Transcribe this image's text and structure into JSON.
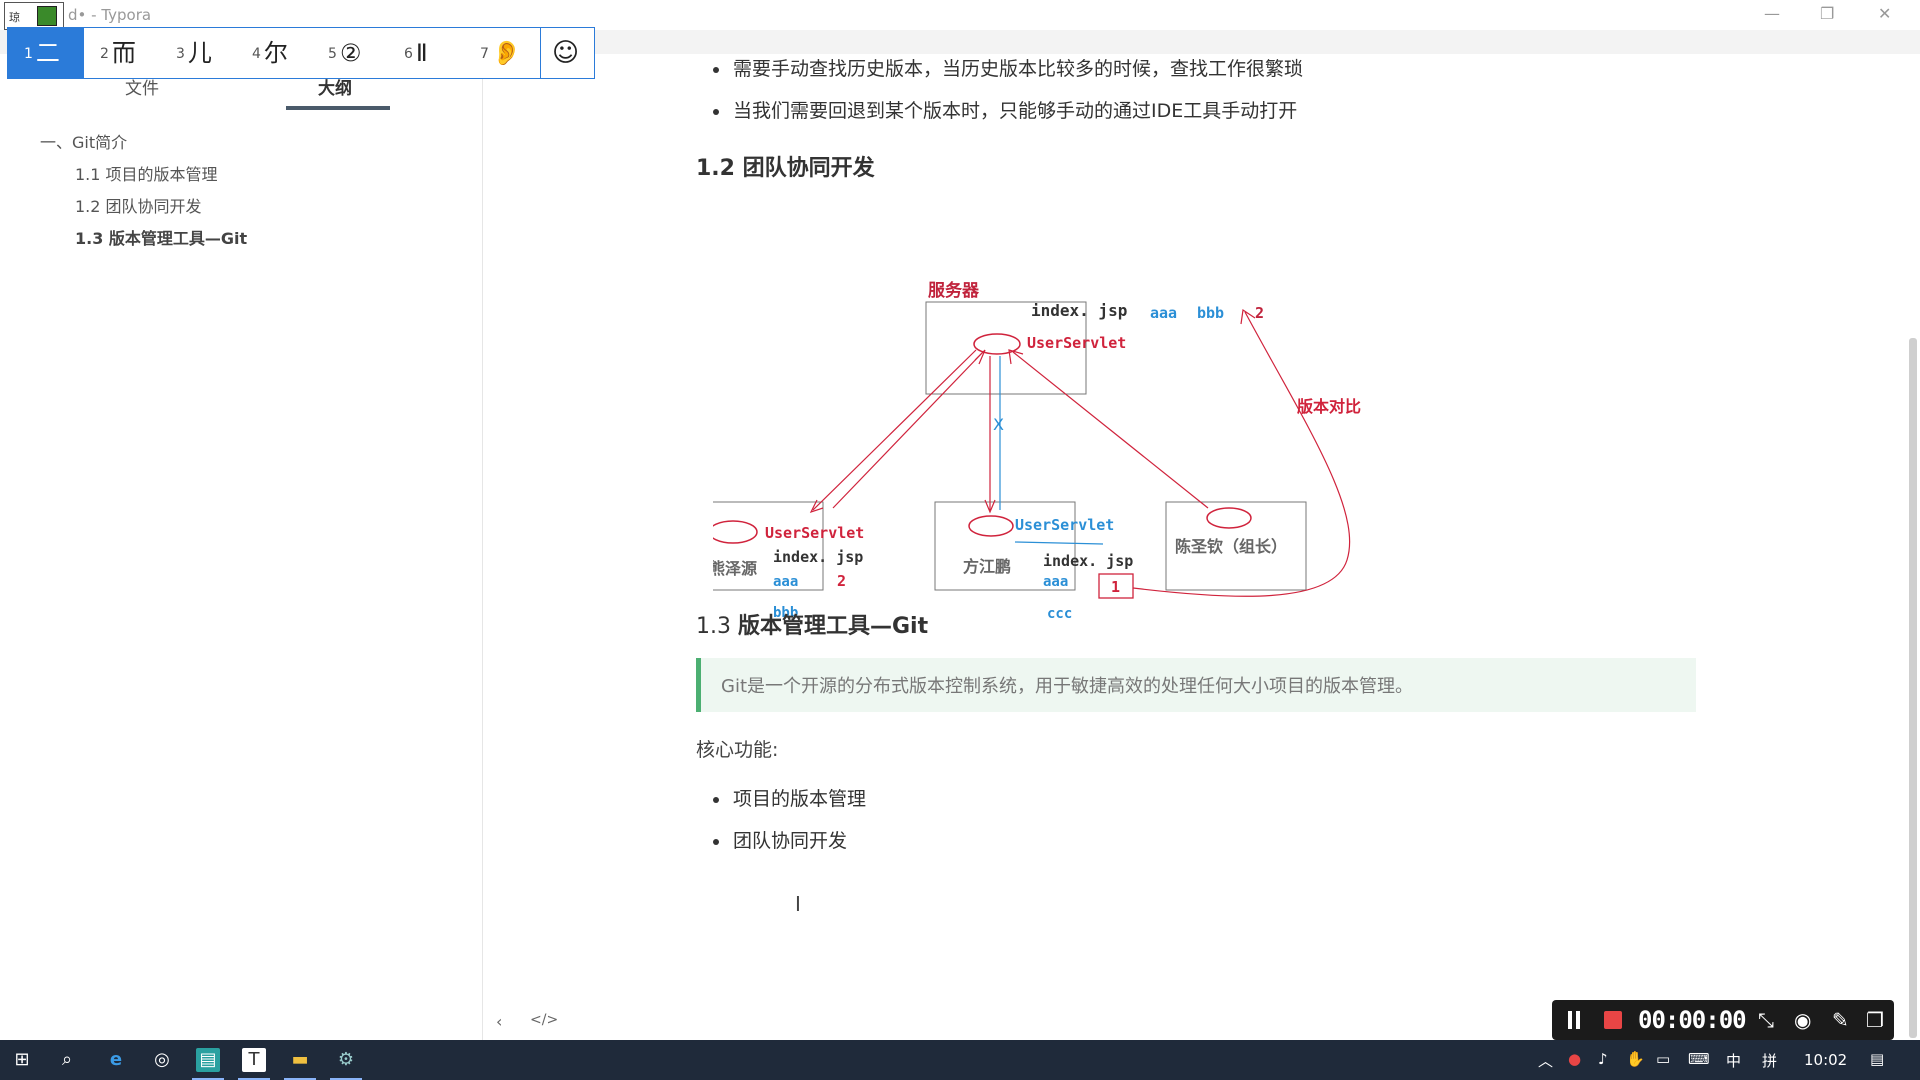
{
  "window": {
    "title": "d• - Typora",
    "minimize": "—",
    "restore": "❐",
    "close": "✕",
    "app_icon_text": "琼"
  },
  "ime": {
    "candidates": [
      {
        "num": "1",
        "text": "二"
      },
      {
        "num": "2",
        "text": "而"
      },
      {
        "num": "3",
        "text": "儿"
      },
      {
        "num": "4",
        "text": "尔"
      },
      {
        "num": "5",
        "text": "②"
      },
      {
        "num": "6",
        "text": "Ⅱ"
      },
      {
        "num": "7",
        "text": "👂"
      }
    ],
    "emoji": "☺"
  },
  "sidebar": {
    "tab_file": "文件",
    "tab_outline": "大纲",
    "outline": [
      "一、Git简介",
      "1.1 项目的版本管理",
      "1.2 团队协同开发",
      "1.3 版本管理工具—Git"
    ],
    "back_btn": "‹",
    "source_btn": "</>"
  },
  "content": {
    "bullets_top": [
      "需要手动查找历史版本，当历史版本比较多的时候，查找工作很繁琐",
      "当我们需要回退到某个版本时，只能够手动的通过IDE工具手动打开"
    ],
    "heading_12": "1.2 团队协同开发",
    "heading_13_num": "1.3 ",
    "heading_13_text": "版本管理工具—Git",
    "quote": "Git是一个开源的分布式版本控制系统，用于敏捷高效的处理任何大小项目的版本管理。",
    "core_label": "核心功能:",
    "bullets_bottom": [
      "项目的版本管理",
      "团队协同开发"
    ],
    "cursor": "I"
  },
  "diagram": {
    "server_label": "服务器",
    "server_file": "index. jsp",
    "server_aaa": "aaa",
    "server_bbb": "bbb",
    "server_ver": "2",
    "server_servlet": "UserServlet",
    "version_compare": "版本对比",
    "x_mark": "X",
    "user1_servlet": "UserServlet",
    "user1_name": "熊泽源",
    "user1_file": "index. jsp",
    "user1_aaa": "aaa",
    "user1_ver": "2",
    "user1_bbb": "bbb",
    "user2_servlet": "UserServlet",
    "user2_name": "方江鹏",
    "user2_file": "index. jsp",
    "user2_aaa": "aaa",
    "user2_ver": "1",
    "user2_ccc": "ccc",
    "user3_name": "陈圣钦（组长）",
    "colors": {
      "red": "#d0233c",
      "blue": "#2b8fd6",
      "box": "#777777"
    }
  },
  "recorder": {
    "time": "00:00:00",
    "colors": {
      "stop": "#e84545"
    }
  },
  "taskbar": {
    "clock": "10:02",
    "ime_lang": "中",
    "ime_mode": "拼"
  }
}
